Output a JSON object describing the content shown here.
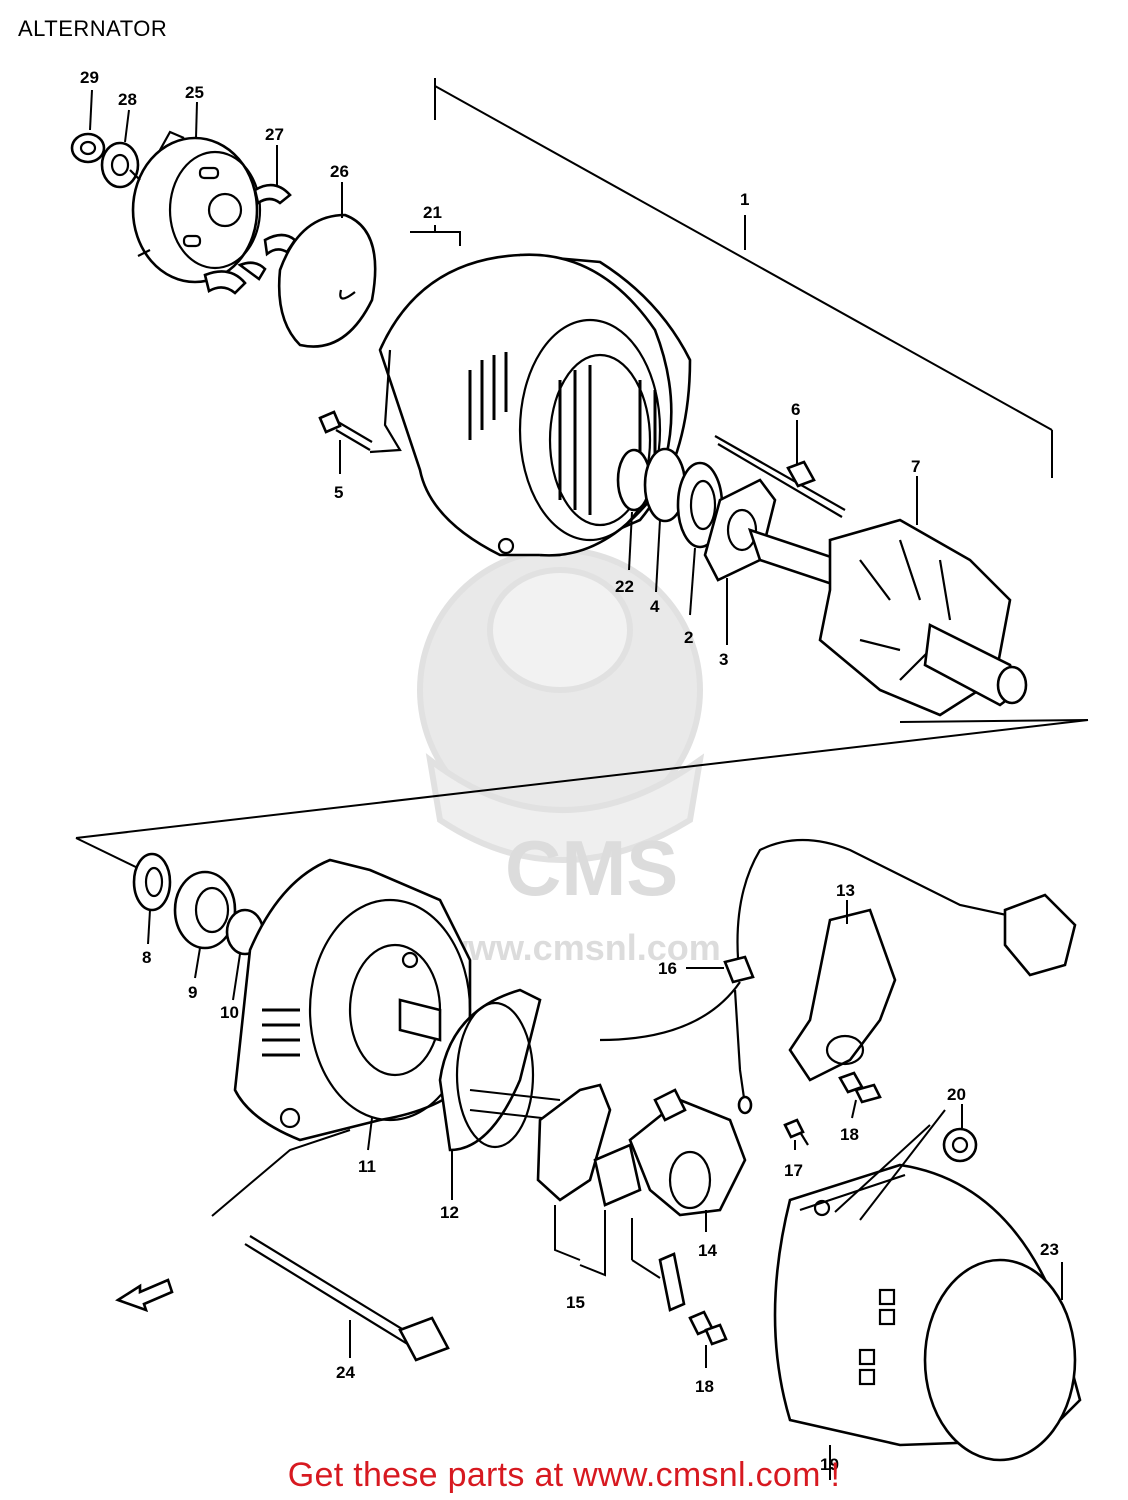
{
  "title": "ALTERNATOR",
  "footer": {
    "text": "Get these parts at www.cmsnl.com !"
  },
  "watermark": {
    "logo_text": "CMS",
    "url_text": "www.cmsnl.com"
  },
  "callouts": {
    "n1": "1",
    "n2": "2",
    "n3": "3",
    "n4": "4",
    "n5": "5",
    "n6": "6",
    "n7": "7",
    "n8": "8",
    "n9": "9",
    "n10": "10",
    "n11": "11",
    "n12": "12",
    "n13": "13",
    "n14": "14",
    "n15": "15",
    "n16": "16",
    "n17": "17",
    "n18a": "18",
    "n18b": "18",
    "n19": "19",
    "n20": "20",
    "n21": "21",
    "n22": "22",
    "n23": "23",
    "n24": "24",
    "n25": "25",
    "n26": "26",
    "n27": "27",
    "n28": "28",
    "n29": "29"
  },
  "colors": {
    "footer_text": "#d71920",
    "lines": "#000000",
    "watermark": "#e0e0e0"
  }
}
